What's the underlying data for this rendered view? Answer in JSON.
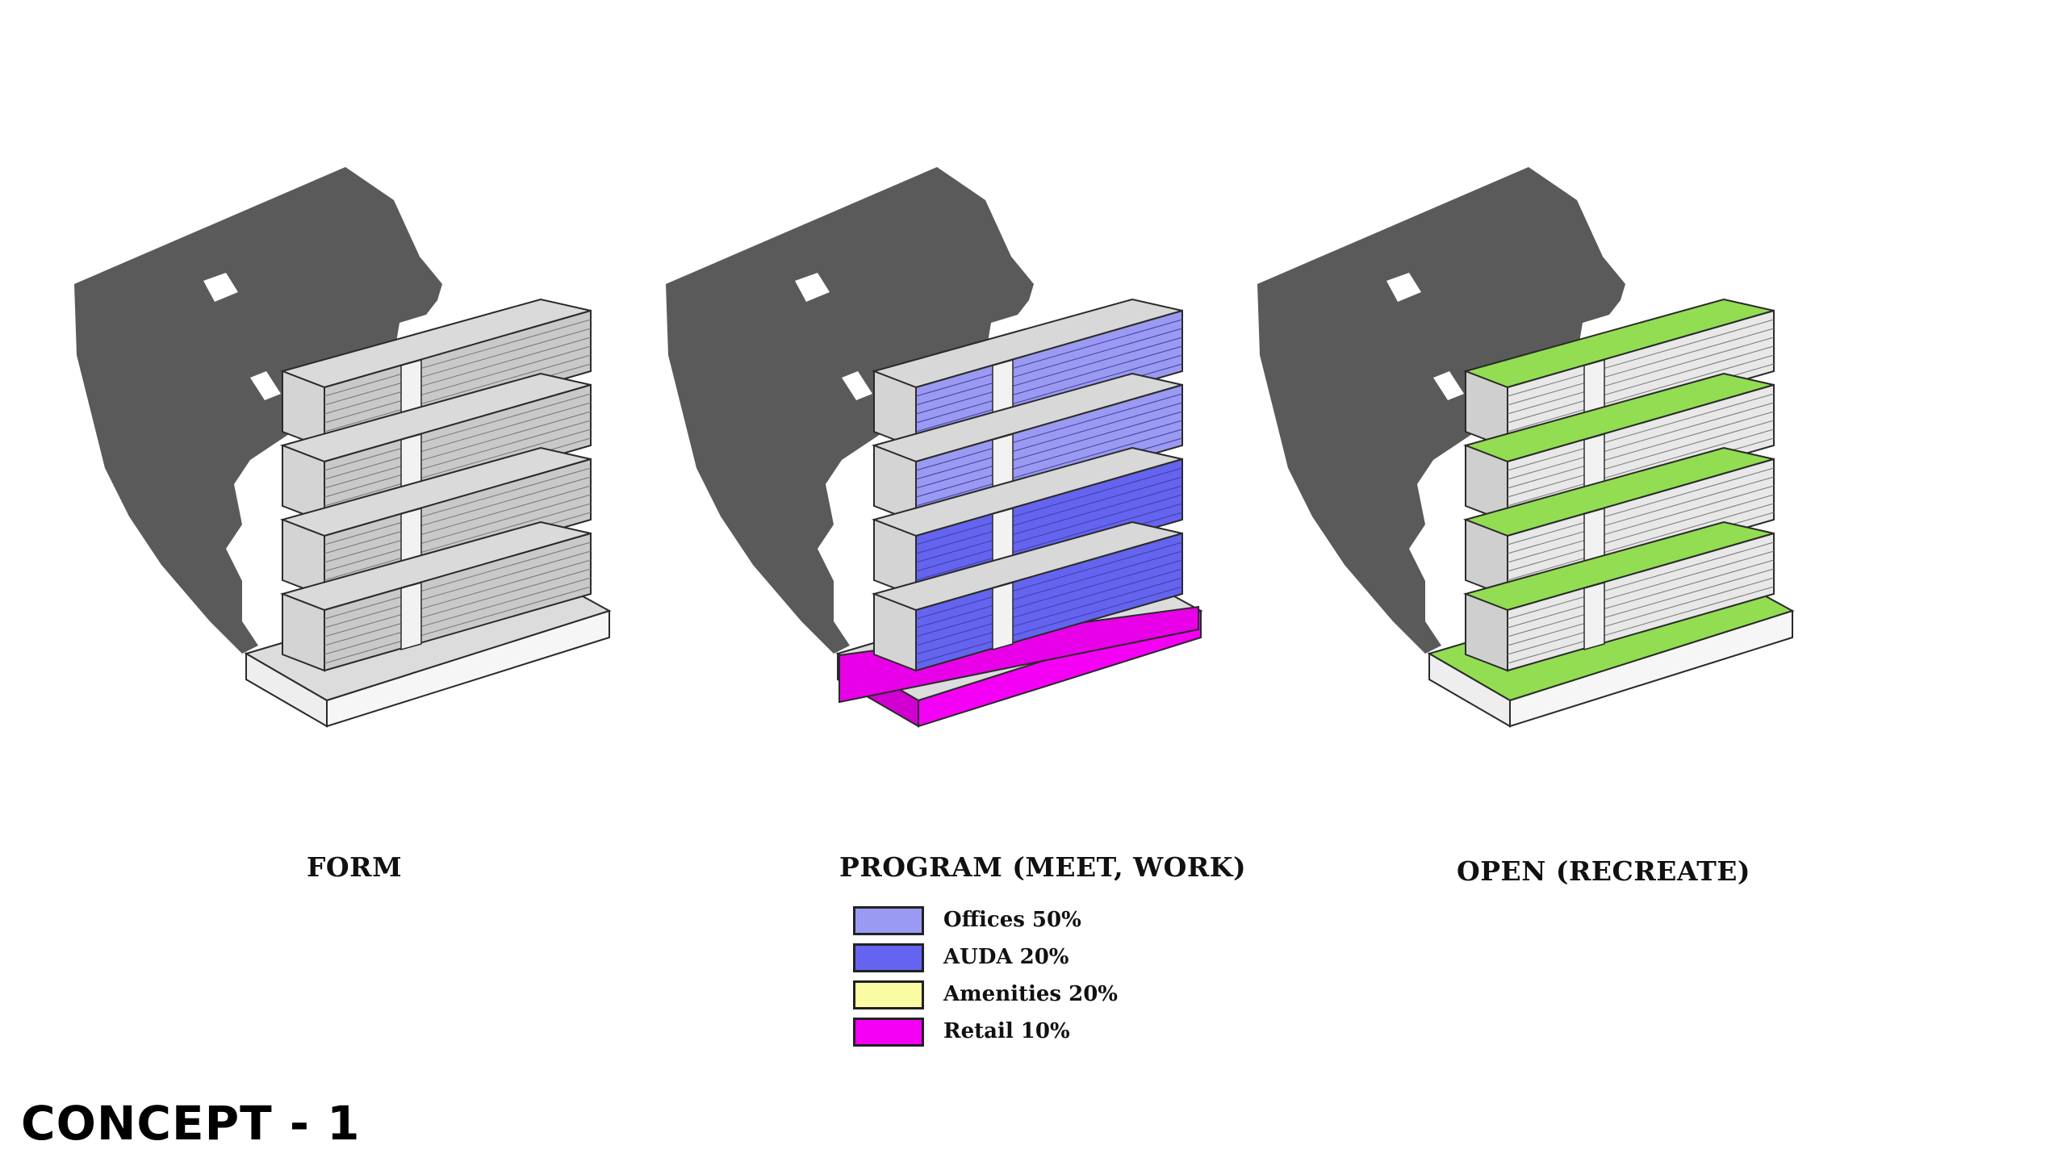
{
  "title": "CONCEPT - 1",
  "diagrams": [
    {
      "name": "form",
      "caption": "FORM",
      "scheme": "grey"
    },
    {
      "name": "program",
      "caption": "PROGRAM (MEET, WORK)",
      "scheme": "program"
    },
    {
      "name": "open",
      "caption": "OPEN (RECREATE)",
      "scheme": "green"
    }
  ],
  "legend": [
    {
      "label": "Offices 50%",
      "color": "#9a9af2"
    },
    {
      "label": "AUDA 20%",
      "color": "#6464f0"
    },
    {
      "label": "Amenities 20%",
      "color": "#fbfba4"
    },
    {
      "label": "Retail 10%",
      "color": "#f400f4"
    }
  ],
  "colors": {
    "shadow": "#5a5a5a",
    "massing_grey": "#d0d0d0",
    "green_roof": "#92dd52",
    "outline": "#2a2a2a"
  }
}
